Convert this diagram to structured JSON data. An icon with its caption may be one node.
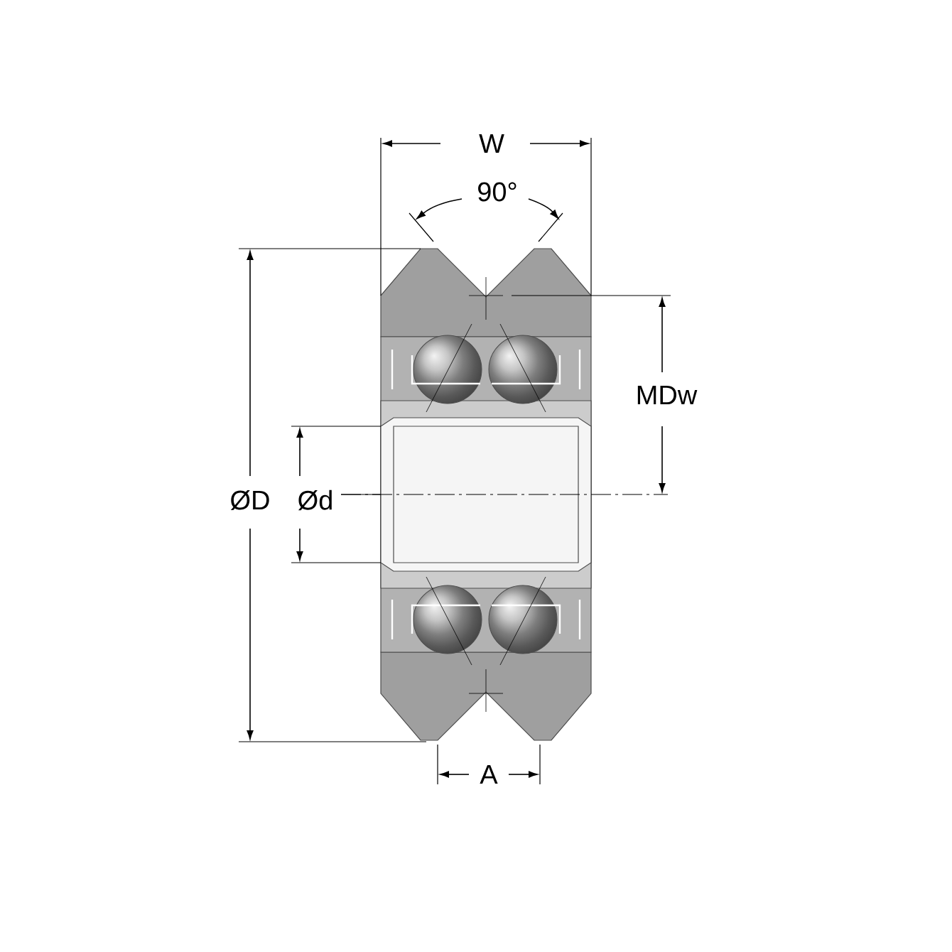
{
  "diagram": {
    "labels": [
      "W",
      "90°",
      "MDw",
      "ØD",
      "Ød",
      "A"
    ]
  }
}
